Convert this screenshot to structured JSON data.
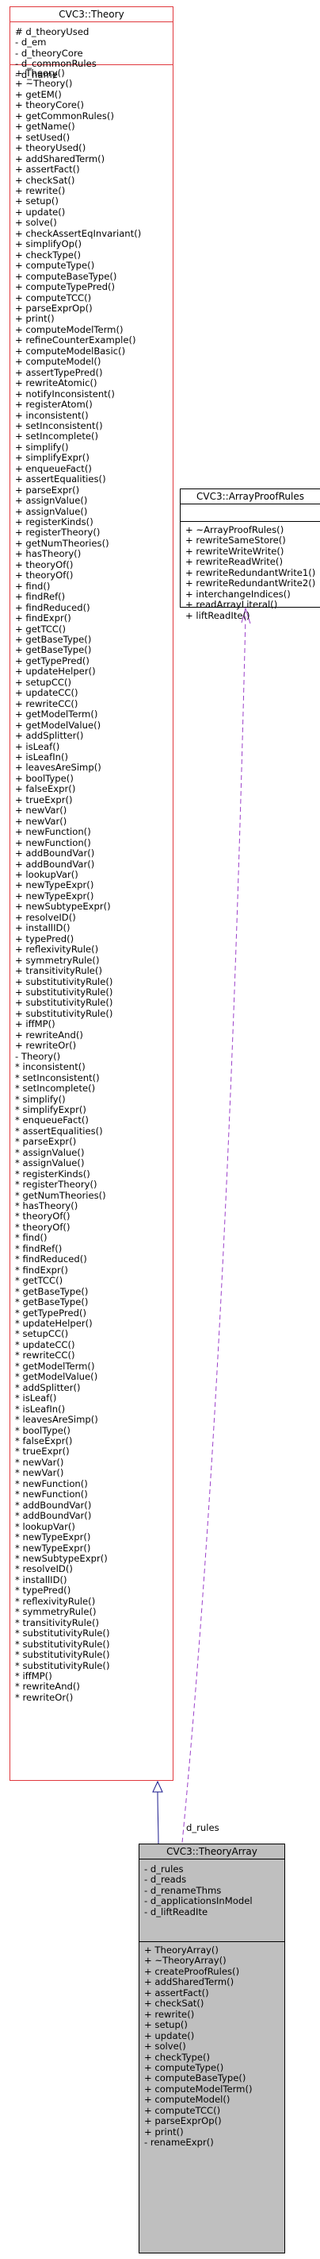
{
  "diagram": {
    "classes": {
      "theory": {
        "name": "CVC3::Theory",
        "attributes": [
          "# d_theoryUsed",
          "- d_em",
          "- d_theoryCore",
          "- d_commonRules",
          "- d_name"
        ],
        "operations": [
          "+ Theory()",
          "+ ~Theory()",
          "+ getEM()",
          "+ theoryCore()",
          "+ getCommonRules()",
          "+ getName()",
          "+ setUsed()",
          "+ theoryUsed()",
          "+ addSharedTerm()",
          "+ assertFact()",
          "+ checkSat()",
          "+ rewrite()",
          "+ setup()",
          "+ update()",
          "+ solve()",
          "+ checkAssertEqInvariant()",
          "+ simplifyOp()",
          "+ checkType()",
          "+ computeType()",
          "+ computeBaseType()",
          "+ computeTypePred()",
          "+ computeTCC()",
          "+ parseExprOp()",
          "+ print()",
          "+ computeModelTerm()",
          "+ refineCounterExample()",
          "+ computeModelBasic()",
          "+ computeModel()",
          "+ assertTypePred()",
          "+ rewriteAtomic()",
          "+ notifyInconsistent()",
          "+ registerAtom()",
          "+ inconsistent()",
          "+ setInconsistent()",
          "+ setIncomplete()",
          "+ simplify()",
          "+ simplifyExpr()",
          "+ enqueueFact()",
          "+ assertEqualities()",
          "+ parseExpr()",
          "+ assignValue()",
          "+ assignValue()",
          "+ registerKinds()",
          "+ registerTheory()",
          "+ getNumTheories()",
          "+ hasTheory()",
          "+ theoryOf()",
          "+ theoryOf()",
          "+ find()",
          "+ findRef()",
          "+ findReduced()",
          "+ findExpr()",
          "+ getTCC()",
          "+ getBaseType()",
          "+ getBaseType()",
          "+ getTypePred()",
          "+ updateHelper()",
          "+ setupCC()",
          "+ updateCC()",
          "+ rewriteCC()",
          "+ getModelTerm()",
          "+ getModelValue()",
          "+ addSplitter()",
          "+ isLeaf()",
          "+ isLeafIn()",
          "+ leavesAreSimp()",
          "+ boolType()",
          "+ falseExpr()",
          "+ trueExpr()",
          "+ newVar()",
          "+ newVar()",
          "+ newFunction()",
          "+ newFunction()",
          "+ addBoundVar()",
          "+ addBoundVar()",
          "+ lookupVar()",
          "+ newTypeExpr()",
          "+ newTypeExpr()",
          "+ newSubtypeExpr()",
          "+ resolveID()",
          "+ installID()",
          "+ typePred()",
          "+ reflexivityRule()",
          "+ symmetryRule()",
          "+ transitivityRule()",
          "+ substitutivityRule()",
          "+ substitutivityRule()",
          "+ substitutivityRule()",
          "+ substitutivityRule()",
          "+ iffMP()",
          "+ rewriteAnd()",
          "+ rewriteOr()",
          "- Theory()",
          "* inconsistent()",
          "* setInconsistent()",
          "* setIncomplete()",
          "* simplify()",
          "* simplifyExpr()",
          "* enqueueFact()",
          "* assertEqualities()",
          "* parseExpr()",
          "* assignValue()",
          "* assignValue()",
          "* registerKinds()",
          "* registerTheory()",
          "* getNumTheories()",
          "* hasTheory()",
          "* theoryOf()",
          "* theoryOf()",
          "* find()",
          "* findRef()",
          "* findReduced()",
          "* findExpr()",
          "* getTCC()",
          "* getBaseType()",
          "* getBaseType()",
          "* getTypePred()",
          "* updateHelper()",
          "* setupCC()",
          "* updateCC()",
          "* rewriteCC()",
          "* getModelTerm()",
          "* getModelValue()",
          "* addSplitter()",
          "* isLeaf()",
          "* isLeafIn()",
          "* leavesAreSimp()",
          "* boolType()",
          "* falseExpr()",
          "* trueExpr()",
          "* newVar()",
          "* newVar()",
          "* newFunction()",
          "* newFunction()",
          "* addBoundVar()",
          "* addBoundVar()",
          "* lookupVar()",
          "* newTypeExpr()",
          "* newTypeExpr()",
          "* newSubtypeExpr()",
          "* resolveID()",
          "* installID()",
          "* typePred()",
          "* reflexivityRule()",
          "* symmetryRule()",
          "* transitivityRule()",
          "* substitutivityRule()",
          "* substitutivityRule()",
          "* substitutivityRule()",
          "* substitutivityRule()",
          "* iffMP()",
          "* rewriteAnd()",
          "* rewriteOr()"
        ]
      },
      "arrayproofrules": {
        "name": "CVC3::ArrayProofRules",
        "attributes": [],
        "operations": [
          "+ ~ArrayProofRules()",
          "+ rewriteSameStore()",
          "+ rewriteWriteWrite()",
          "+ rewriteReadWrite()",
          "+ rewriteRedundantWrite1()",
          "+ rewriteRedundantWrite2()",
          "+ interchangeIndices()",
          "+ readArrayLiteral()",
          "+ liftReadIte()"
        ]
      },
      "theoryarray": {
        "name": "CVC3::TheoryArray",
        "attributes": [
          "- d_rules",
          "- d_reads",
          "- d_renameThms",
          "- d_applicationsInModel",
          "- d_liftReadIte"
        ],
        "operations": [
          "+ TheoryArray()",
          "+ ~TheoryArray()",
          "+ createProofRules()",
          "+ addSharedTerm()",
          "+ assertFact()",
          "+ checkSat()",
          "+ rewrite()",
          "+ setup()",
          "+ update()",
          "+ solve()",
          "+ checkType()",
          "+ computeType()",
          "+ computeBaseType()",
          "+ computeModelTerm()",
          "+ computeModel()",
          "+ computeTCC()",
          "+ parseExprOp()",
          "+ print()",
          "- renameExpr()"
        ]
      }
    },
    "edges": [
      {
        "type": "inheritance",
        "from": "CVC3::TheoryArray",
        "to": "CVC3::Theory"
      },
      {
        "type": "association",
        "from": "CVC3::ArrayProofRules",
        "to": "CVC3::TheoryArray",
        "label": "d_rules"
      }
    ],
    "colors": {
      "theory_border": "#e0383d",
      "theoryarray_fill": "#bfbfbf",
      "inheritance_edge": "#1a1a8c",
      "association_edge": "#9b3fc9"
    }
  }
}
